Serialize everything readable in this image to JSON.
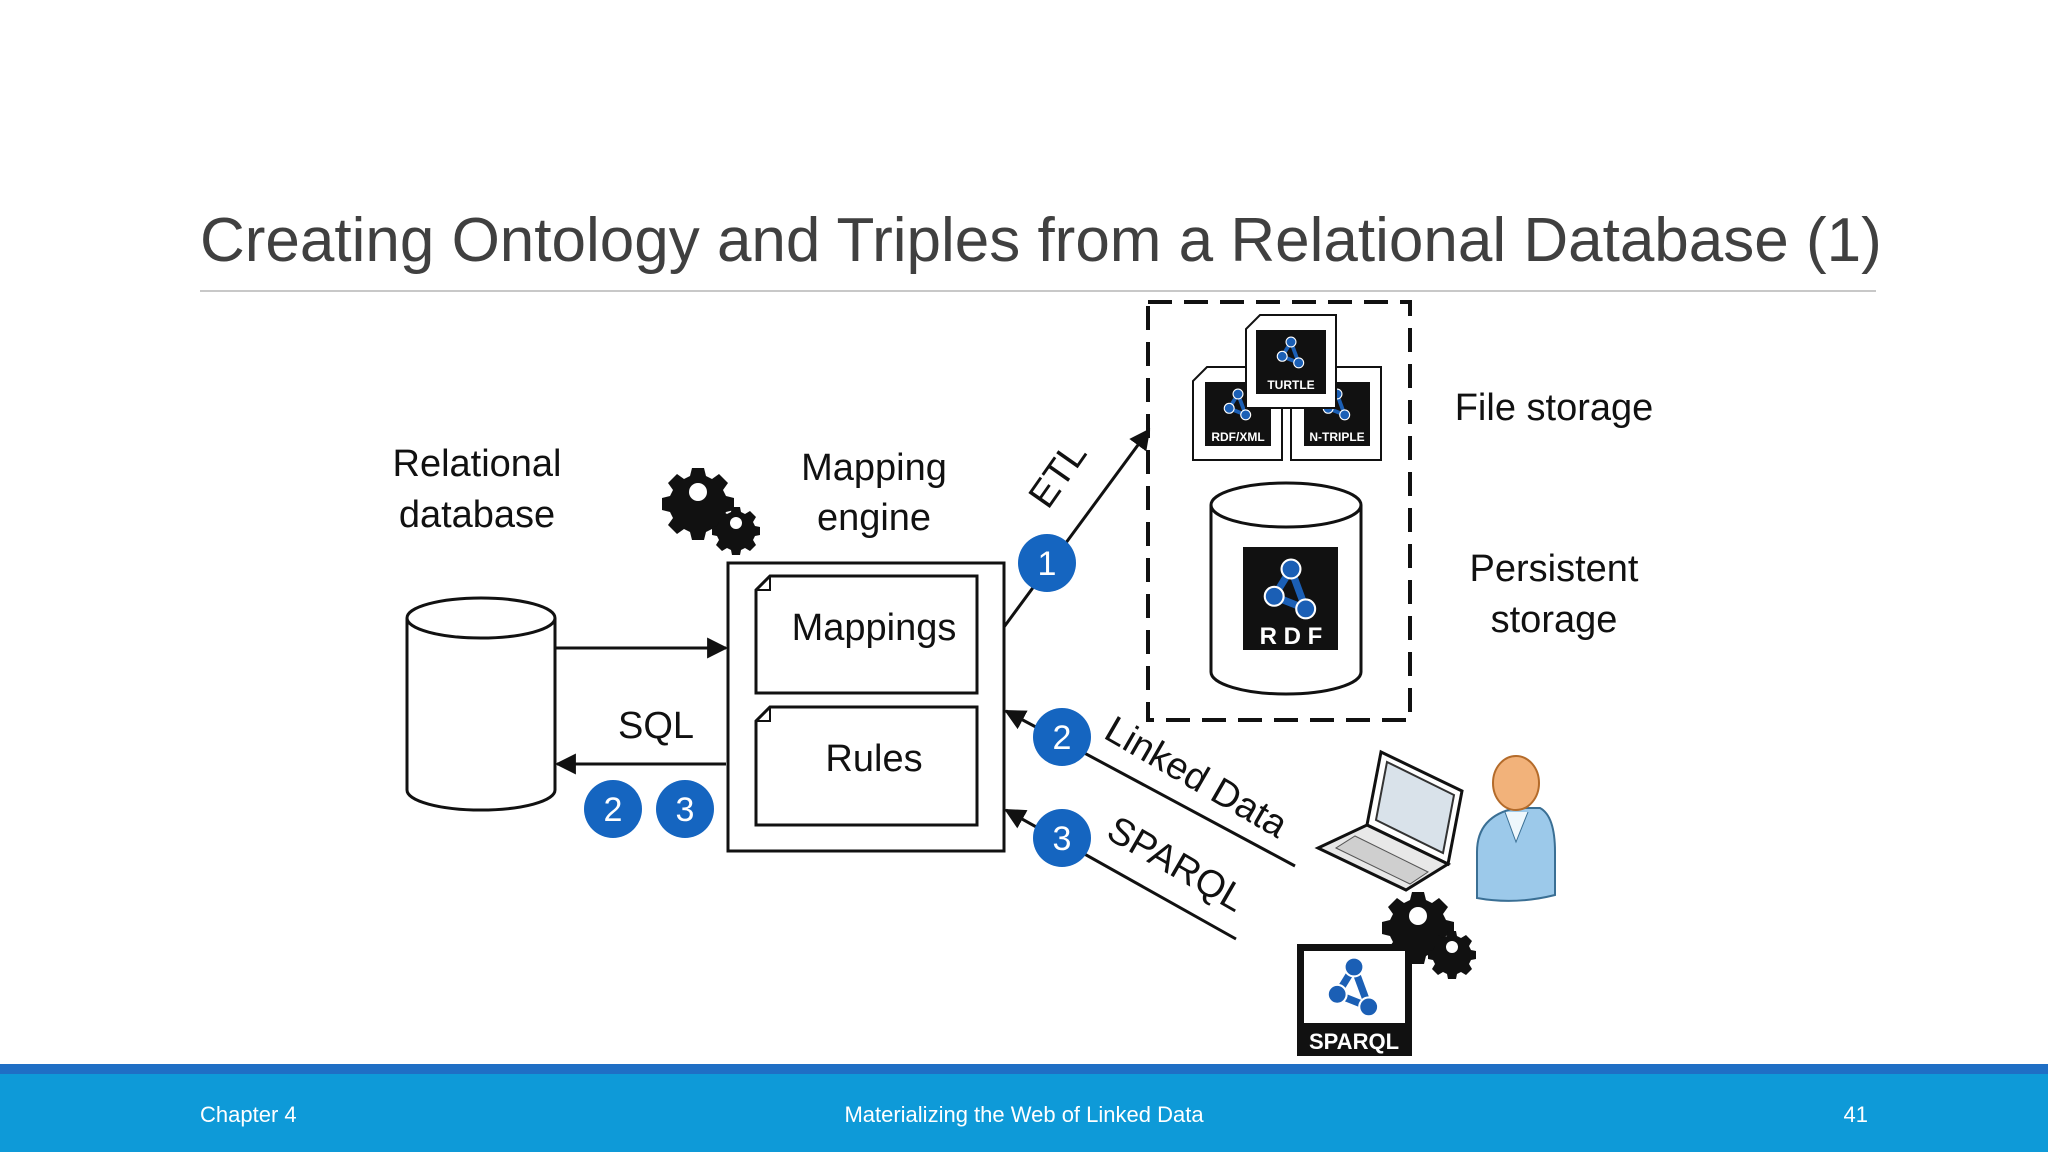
{
  "slide": {
    "title": "Creating Ontology and Triples from a Relational Database (1)"
  },
  "diagram": {
    "relational_db_line1": "Relational",
    "relational_db_line2": "database",
    "mapping_engine_line1": "Mapping",
    "mapping_engine_line2": "engine",
    "mappings": "Mappings",
    "rules": "Rules",
    "sql": "SQL",
    "etl": "ETL",
    "linked_data": "Linked Data",
    "sparql": "SPARQL",
    "file_storage": "File storage",
    "persistent_line1": "Persistent",
    "persistent_line2": "storage",
    "badge_1": "1",
    "badge_2": "2",
    "badge_3": "3",
    "file_icon_rdfxml": "RDF/XML",
    "file_icon_turtle": "TURTLE",
    "file_icon_ntriple": "N-TRIPLE",
    "rdf_logo": "R D F",
    "sparql_logo": "SPARQL",
    "icons": [
      "gears-icon",
      "laptop-icon",
      "user-icon",
      "rdf-logo-icon",
      "sparql-logo-icon",
      "document-icon",
      "database-icon"
    ],
    "colors": {
      "badge": "#1565c0",
      "footer": "#0e9ad8",
      "footer_top": "#1f6fc5",
      "title": "#404040"
    }
  },
  "footer": {
    "chapter": "Chapter 4",
    "course": "Materializing the Web of Linked Data",
    "page": "41"
  }
}
